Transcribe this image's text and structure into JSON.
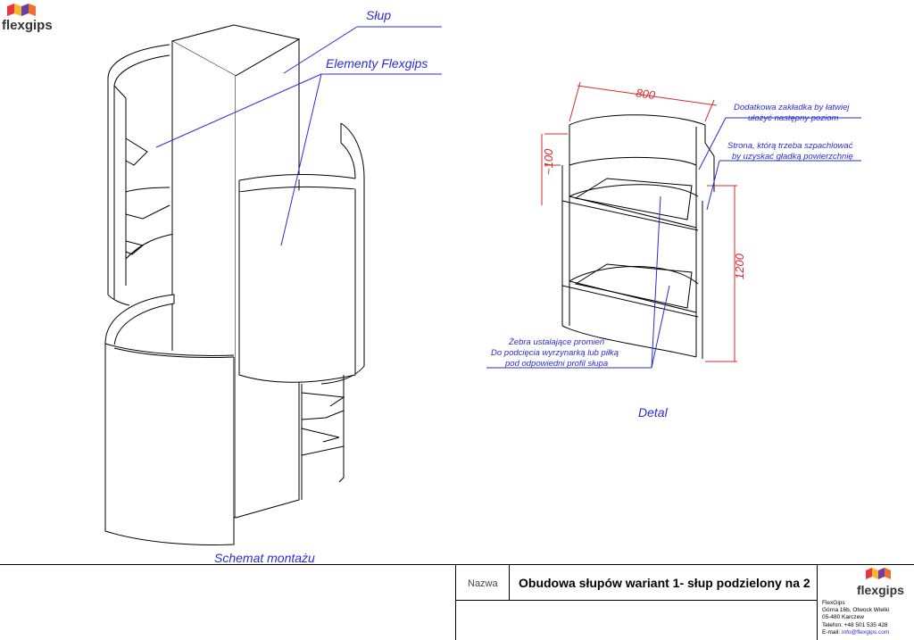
{
  "logo": {
    "text": "flexgips"
  },
  "labels": {
    "slup": "Słup",
    "elementy": "Elementy Flexgips",
    "schemat": "Schemat montażu",
    "detal": "Detal",
    "zakladka": [
      "Dodatkowa zakładka by łatwiej",
      "ułożyć następny poziom"
    ],
    "strona": [
      "Strona, którą trzeba szpachlować",
      "by uzyskać gładką powierzchnię"
    ],
    "zebra": [
      "Żebra ustalające promień",
      "Do podcięcia wyrzynarką lub piłką",
      "pod odpowiedni profil słupa"
    ]
  },
  "dimensions": {
    "width": "800",
    "height": "1200",
    "step": "~100"
  },
  "title_block": {
    "field_label": "Nazwa",
    "title": "Obudowa słupów wariant 1- słup podzielony na 2",
    "company": {
      "name": "FlexGips",
      "address1": "Górna 16b, Otwock Wielki",
      "address2": "05-480 Karczew",
      "phone": "Telefon: +48 501 535 428",
      "email_label": "E-mail: ",
      "email": "info@flexgips.com"
    }
  },
  "colors": {
    "annotation": "#2b2bd6",
    "dimension": "#d62b2b",
    "outline": "#000000"
  }
}
